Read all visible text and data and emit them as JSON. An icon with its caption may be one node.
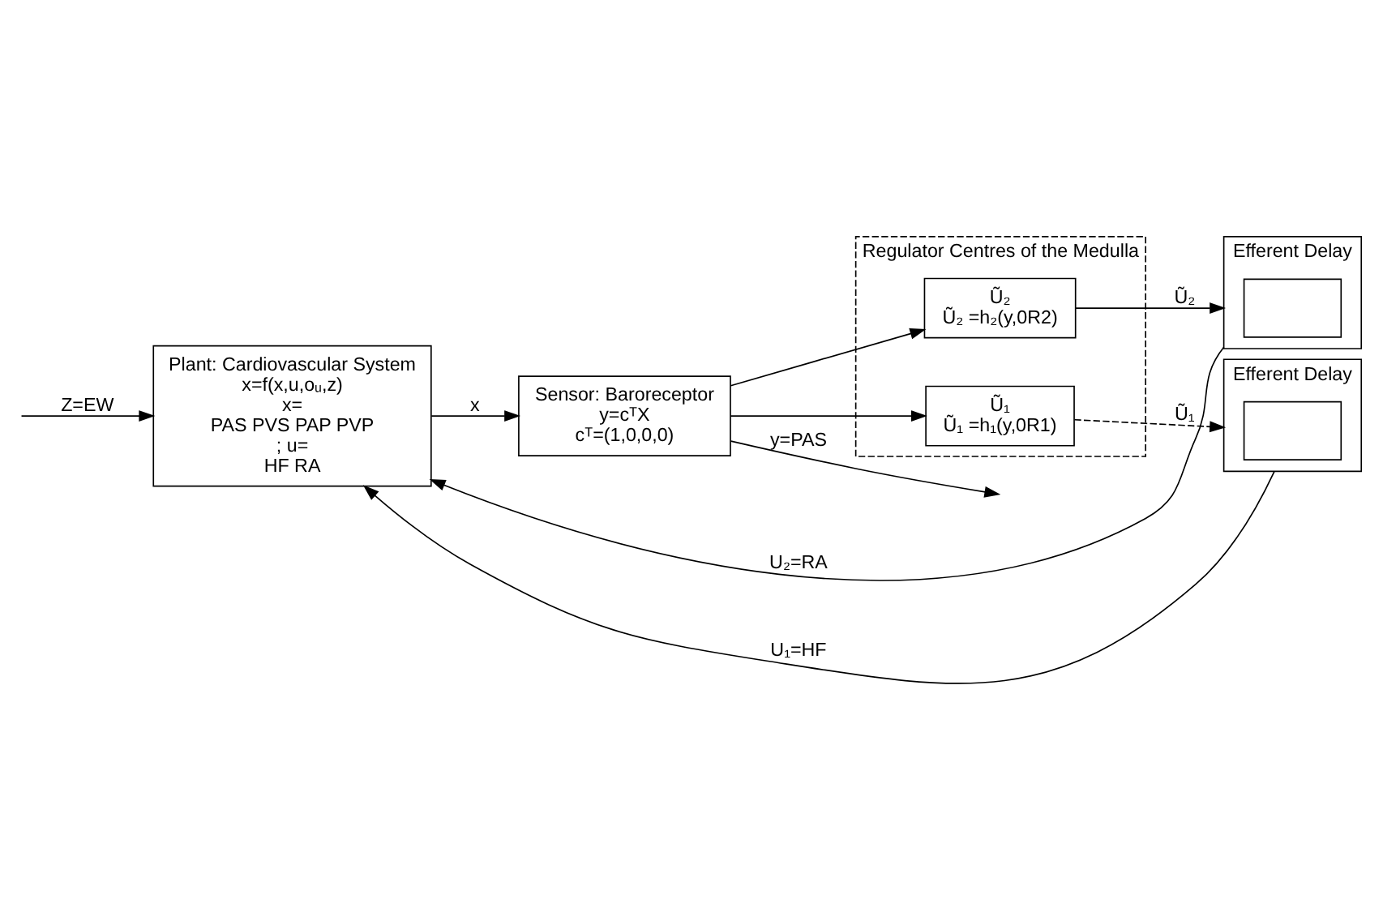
{
  "diagram": {
    "nodes": [
      {
        "text": [
          "Plant: Cardiovascular System",
          "x=f(x,u,oᵤ,z)",
          "x=",
          "PAS PVS PAP PVP",
          "; u=",
          "HF RA"
        ]
      },
      {
        "text": [
          "Sensor: Baroreceptor",
          "y=cᵀX",
          "cᵀ=(1,0,0,0)"
        ]
      },
      {
        "text": [
          "Regulator Centres of the Medulla"
        ]
      },
      {
        "text": [
          "Ũ₂",
          "Ũ₂ =h₂(y,0R2)"
        ],
        "in": 2
      },
      {
        "text": [
          "Ũ₁",
          "Ũ₁ =h₁(y,0R1)"
        ],
        "in": 2
      },
      {
        "text": [
          "Efferent Delay"
        ]
      },
      {
        "text": [],
        "shape": "box",
        "in": 5
      },
      {
        "text": [
          "Efferent Delay"
        ]
      },
      {
        "text": [],
        "shape": "box",
        "in": 7
      }
    ],
    "edges": [
      {
        "from": null,
        "to": 0,
        "arrow": "to",
        "label": "Z=EW"
      },
      {
        "from": 0,
        "to": 1,
        "arrow": "to",
        "label": "x"
      },
      {
        "from": 1,
        "to": null,
        "arrow": "to",
        "label": "y=PAS"
      },
      {
        "from": 1,
        "to": 3,
        "arrow": "to"
      },
      {
        "from": 1,
        "to": 4,
        "arrow": "to"
      },
      {
        "from": 3,
        "to": 5,
        "arrow": "to",
        "label": "Ũ₂"
      },
      {
        "from": 4,
        "to": 7,
        "arrow": "to",
        "label": "Ũ₁",
        "style": "dashed"
      },
      {
        "from": 5,
        "to": 0,
        "arrow": "to",
        "label": "U₂=RA"
      },
      {
        "from": 7,
        "to": 0,
        "arrow": "to",
        "label": "U₁=HF"
      }
    ]
  }
}
